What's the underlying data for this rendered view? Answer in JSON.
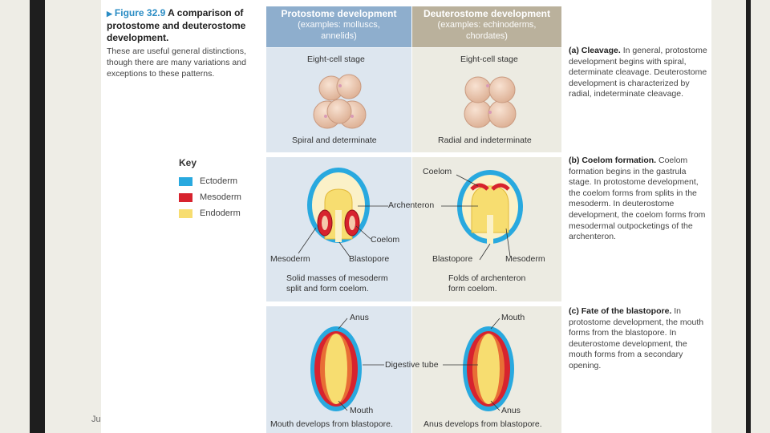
{
  "footer_fragment": "Ju",
  "figure": {
    "number": "Figure 32.9",
    "title": "A comparison of protostome and deuterostome development.",
    "description": "These are useful general distinctions, though there are many variations and exceptions to these patterns."
  },
  "key": {
    "title": "Key",
    "items": [
      {
        "label": "Ectoderm",
        "color": "#29a9df"
      },
      {
        "label": "Mesoderm",
        "color": "#d7232e"
      },
      {
        "label": "Endoderm",
        "color": "#f7dd70"
      }
    ]
  },
  "columns": {
    "protostome": {
      "heading": "Protostome development",
      "examples": "(examples: molluscs,",
      "examples2": "annelids)"
    },
    "deuterostome": {
      "heading": "Deuterostome development",
      "examples": "(examples: echinoderms,",
      "examples2": "chordates)"
    }
  },
  "rows": {
    "cleavage": {
      "stage_label": "Eight-cell stage",
      "proto_caption": "Spiral and determinate",
      "deut_caption": "Radial and indeterminate",
      "side_heading": "(a) Cleavage.",
      "side_text": "In general, protostome development begins with spiral, determinate cleavage. Deuterostome development is characterized by radial, indeterminate cleavage."
    },
    "coelom": {
      "coelom_label": "Coelom",
      "archenteron_label": "Archenteron",
      "mesoderm_label": "Mesoderm",
      "blastopore_label": "Blastopore",
      "proto_caption_1": "Solid masses of mesoderm",
      "proto_caption_2": "split and form coelom.",
      "deut_caption_1": "Folds of archenteron",
      "deut_caption_2": "form coelom.",
      "side_heading": "(b) Coelom formation.",
      "side_text": "Coelom formation begins in the gastrula stage. In protostome development, the coelom forms from splits in the mesoderm. In deuterostome development, the coelom forms from mesodermal outpocketings of the archenteron."
    },
    "blastopore": {
      "anus_label": "Anus",
      "mouth_label": "Mouth",
      "digestive_label": "Digestive tube",
      "proto_caption": "Mouth develops from blastopore.",
      "deut_caption": "Anus develops from blastopore.",
      "side_heading": "(c) Fate of the blastopore.",
      "side_text": "In protostome development, the mouth forms from the blastopore. In deuterostome development, the mouth forms from a secondary opening."
    }
  }
}
